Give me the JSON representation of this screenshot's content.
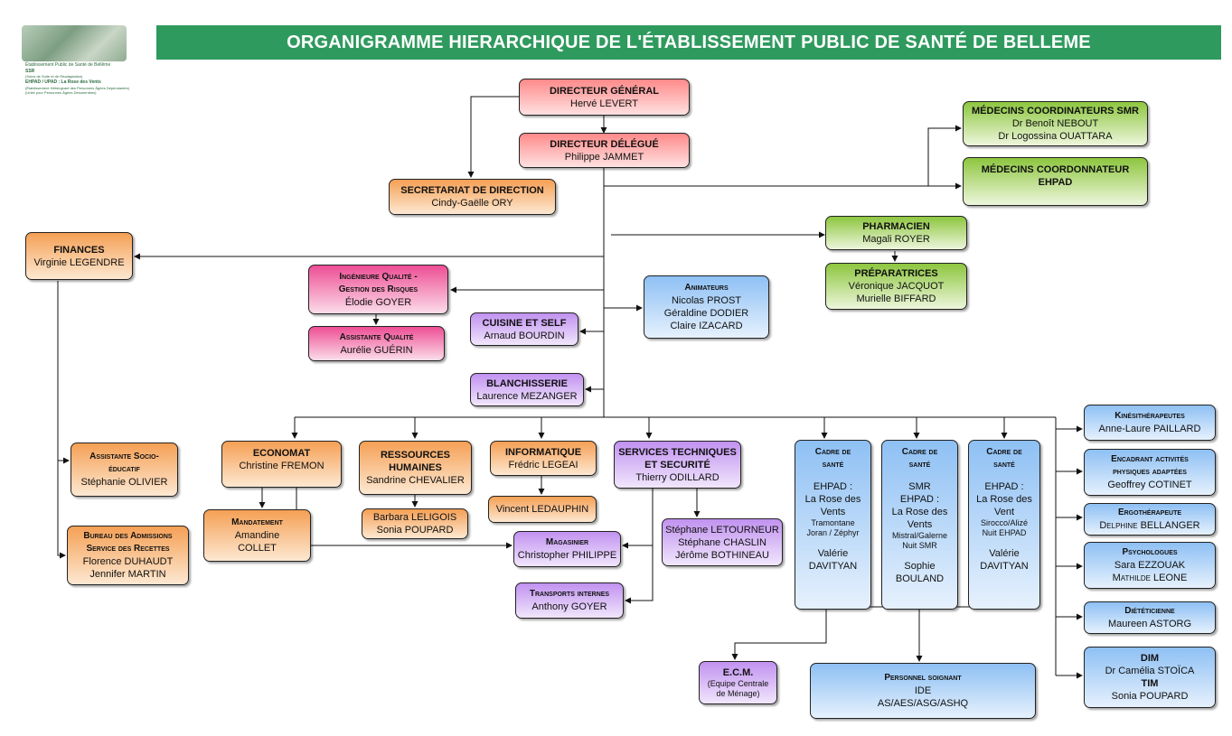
{
  "header": {
    "title": "ORGANIGRAMME HIERARCHIQUE DE L'ÉTABLISSEMENT PUBLIC DE SANTÉ DE BELLEME"
  },
  "logo": {
    "line1": "Établissement Public de Santé de Bellême",
    "line2": "SSR",
    "line3": "(Soins de Suite et de Réadaptation)",
    "line4": "EHPAD / UPAD : La Rose des Vents",
    "line5": "(Établissement Hébergeant des Personnes Âgées Dépendantes)",
    "line6": "(Unité pour Personnes Âgées Désorientées)"
  },
  "boxes": {
    "dg": {
      "title": "DIRECTEUR GÉNÉRAL",
      "name": "Hervé LEVERT"
    },
    "dd": {
      "title": "DIRECTEUR DÉLÉGUÉ",
      "name": "Philippe JAMMET"
    },
    "secr": {
      "title": "SECRETARIAT DE DIRECTION",
      "name": "Cindy-Gaëlle ORY"
    },
    "medsmr": {
      "title": "MÉDECINS COORDINATEURS SMR",
      "name1": "Dr Benoît NEBOUT",
      "name2": "Dr Logossina OUATTARA"
    },
    "medehpad": {
      "title": "MÉDECINS COORDONNATEUR EHPAD"
    },
    "pharma": {
      "title": "PHARMACIEN",
      "name": "Magali ROYER"
    },
    "prepa": {
      "title": "PRÉPARATRICES",
      "name1": "Véronique JACQUOT",
      "name2": "Murielle BIFFARD"
    },
    "finances": {
      "title": "FINANCES",
      "name": "Virginie LEGENDRE"
    },
    "ingq": {
      "title1": "Ingénieure Qualité -",
      "title2": "Gestion des Risques",
      "name": "Élodie GOYER"
    },
    "assq": {
      "title": "Assistante Qualité",
      "name": "Aurélie GUÉRIN"
    },
    "anim": {
      "title": "Animateurs",
      "name1": "Nicolas PROST",
      "name2": "Géraldine DODIER",
      "name3": "Claire IZACARD"
    },
    "cuisine": {
      "title": "CUISINE ET SELF",
      "name": "Arnaud BOURDIN"
    },
    "blanch": {
      "title": "BLANCHISSERIE",
      "name": "Laurence MEZANGER"
    },
    "asso": {
      "title1": "Assistante Socio-",
      "title2": "éducatif",
      "name": "Stéphanie OLIVIER"
    },
    "admis": {
      "title1": "Bureau des Admissions",
      "title2": "Service des Recettes",
      "name1": "Florence DUHAUDT",
      "name2": "Jennifer MARTIN"
    },
    "econ": {
      "title": "ECONOMAT",
      "name": "Christine FREMON"
    },
    "mandat": {
      "title": "Mandatement",
      "name1": "Amandine",
      "name2": "COLLET"
    },
    "rh": {
      "title1": "RESSOURCES",
      "title2": "HUMAINES",
      "name": "Sandrine CHEVALIER"
    },
    "rh2": {
      "name1": "Barbara LELIGOIS",
      "name2": "Sonia POUPARD"
    },
    "info": {
      "title": "INFORMATIQUE",
      "name": "Frédric LEGEAI"
    },
    "info2": {
      "name": "Vincent LEDAUPHIN"
    },
    "st": {
      "title1": "SERVICES TECHNIQUES",
      "title2": "ET SECURITÉ",
      "name": "Thierry ODILLARD"
    },
    "st2": {
      "name1": "Stéphane LETOURNEUR",
      "name2": "Stéphane CHASLIN",
      "name3": "Jérôme BOTHINEAU"
    },
    "magas": {
      "title": "Magasinier",
      "name": "Christopher PHILIPPE"
    },
    "transp": {
      "title": "Transports internes",
      "name": "Anthony GOYER"
    },
    "cs1": {
      "t1": "Cadre de",
      "t2": "santé",
      "l1": "EHPAD :",
      "l2": "La Rose des",
      "l3": "Vents",
      "l4": "Tramontane",
      "l5": "Joran / Zéphyr",
      "n1": "Valérie",
      "n2": "DAVITYAN"
    },
    "cs2": {
      "t1": "Cadre de",
      "t2": "santé",
      "l1": "SMR",
      "l2": "EHPAD :",
      "l3": "La Rose des",
      "l4": "Vents",
      "l5": "Mistral/Galerne",
      "l6": "Nuit SMR",
      "n1": "Sophie",
      "n2": "BOULAND"
    },
    "cs3": {
      "t1": "Cadre de",
      "t2": "santé",
      "l1": "EHPAD :",
      "l2": "La Rose des",
      "l3": "Vent",
      "l4": "Sirocco/Alizé",
      "l5": "Nuit EHPAD",
      "n1": "Valérie",
      "n2": "DAVITYAN"
    },
    "ecm": {
      "title": "E.C.M.",
      "sub1": "(Equipe Centrale",
      "sub2": "de Ménage)"
    },
    "perso": {
      "title": "Personnel soignant",
      "l1": "IDE",
      "l2": "AS/AES/ASG/ASHQ"
    },
    "kine": {
      "title": "Kinésithérapeutes",
      "name": "Anne-Laure PAILLARD"
    },
    "apa": {
      "title1": "Encadrant activités",
      "title2": "physiques adaptées",
      "name": "Geoffrey COTINET"
    },
    "ergo": {
      "title": "Ergothérapeute",
      "name": "Delphine BELLANGER"
    },
    "psy": {
      "title": "Psychologues",
      "name1": "Sara EZZOUAK",
      "name2": "Mathilde LEONE"
    },
    "diet": {
      "title": "Diététicienne",
      "name": "Maureen ASTORG"
    },
    "dim": {
      "title1": "DIM",
      "name1": "Dr Camélia STOÏCA",
      "title2": "TIM",
      "name2": "Sonia POUPARD"
    }
  },
  "colors": {
    "header": "#2f9a5e",
    "direction": "#ff8a8a",
    "admin": "#f5a055",
    "medical": "#8dc63f",
    "quality": "#ee4e95",
    "care": "#8ec0f4",
    "logistics": "#c192f0"
  }
}
